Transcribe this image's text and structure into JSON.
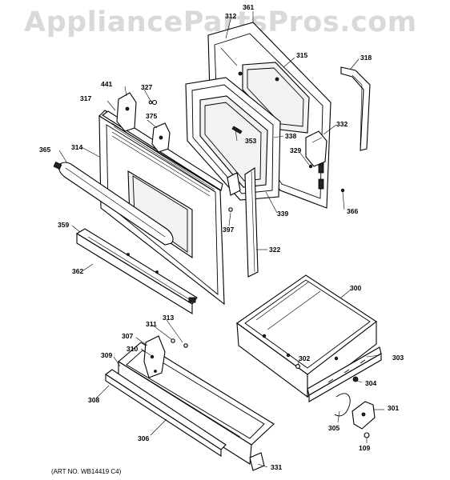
{
  "watermark": "AppliancePartsPros.com",
  "art_number": "(ART NO. WB14419 C4)",
  "callouts": {
    "c361": "361",
    "c312": "312",
    "c315": "315",
    "c318": "318",
    "c441": "441",
    "c327": "327",
    "c317": "317",
    "c375": "375",
    "c332": "332",
    "c353": "353",
    "c338": "338",
    "c329": "329",
    "c365": "365",
    "c314": "314",
    "c339": "339",
    "c366": "366",
    "c397": "397",
    "c359": "359",
    "c322": "322",
    "c362": "362",
    "c300": "300",
    "c313": "313",
    "c311": "311",
    "c307": "307",
    "c310": "310",
    "c302": "302",
    "c303": "303",
    "c309": "309",
    "c304": "304",
    "c308": "308",
    "c301": "301",
    "c305": "305",
    "c306": "306",
    "c109": "109",
    "c331": "331"
  }
}
